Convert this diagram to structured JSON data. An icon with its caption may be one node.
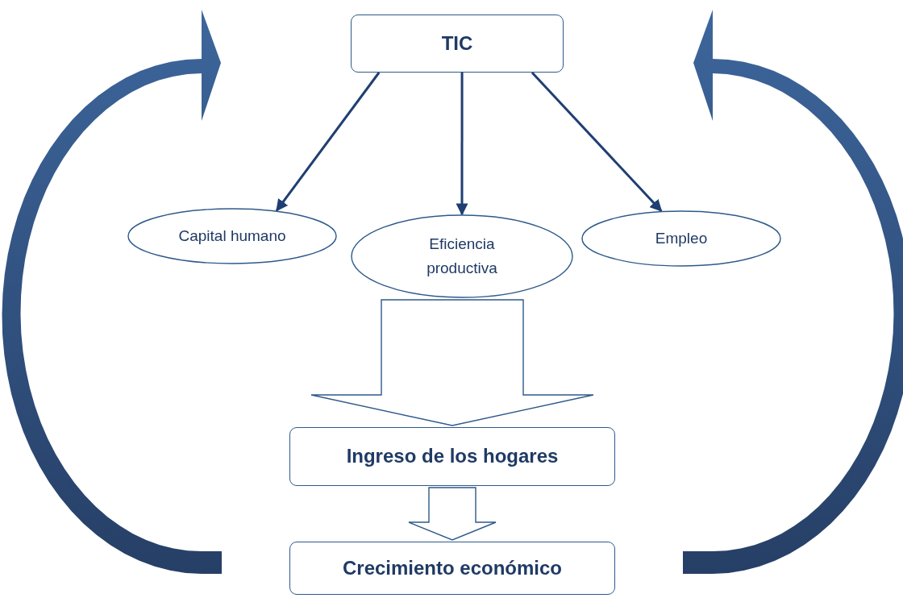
{
  "diagram": {
    "nodes": [
      {
        "text": [
          "TIC"
        ]
      },
      {
        "text": [
          "Capital humano"
        ]
      },
      {
        "text": [
          "Eficiencia productiva"
        ]
      },
      {
        "text": [
          "Empleo"
        ]
      },
      {
        "text": [
          "Ingreso de los hogares"
        ]
      },
      {
        "text": [
          "Crecimiento económico"
        ]
      }
    ],
    "edges": [
      {
        "from": 0,
        "to": 1,
        "arrow": "to"
      },
      {
        "from": 0,
        "to": 2,
        "arrow": "to"
      },
      {
        "from": 0,
        "to": 3,
        "arrow": "to"
      },
      {
        "from": 2,
        "to": 4,
        "arrow": "to",
        "style": "thick"
      },
      {
        "from": 4,
        "to": 5,
        "arrow": "to",
        "style": "thick"
      },
      {
        "from": 5,
        "to": 0,
        "arrow": "to",
        "style": "thick"
      },
      {
        "from": 5,
        "to": 0,
        "arrow": "to",
        "style": "thick"
      }
    ]
  }
}
